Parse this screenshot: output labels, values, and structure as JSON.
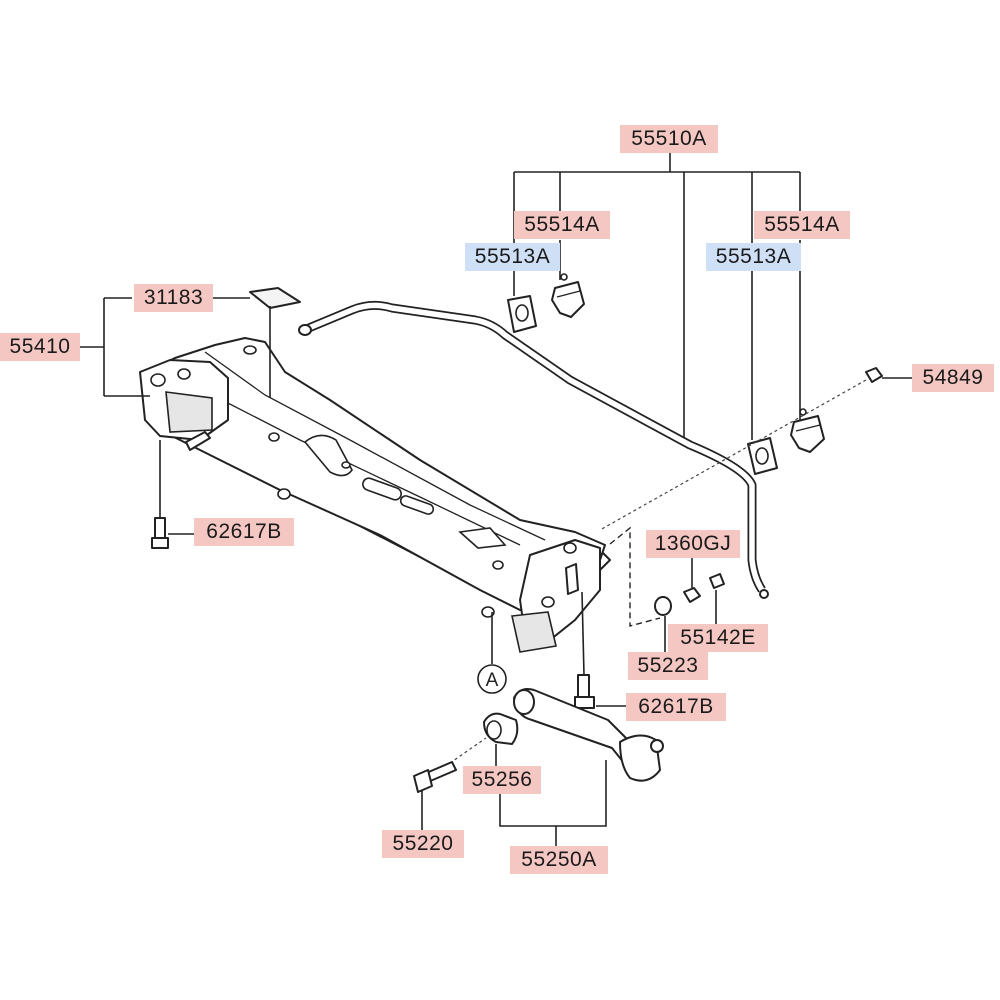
{
  "parts": {
    "stabilizer_bar_assy": "55510A",
    "bracket_left": "55514A",
    "bracket_right": "55514A",
    "bushing_left": "55513A",
    "bushing_right": "55513A",
    "gasket": "31183",
    "crossmember": "55410",
    "bolt_left": "62617B",
    "bolt_right": "62617B",
    "link_bolt": "54849",
    "nut_1360": "1360GJ",
    "nut_55142": "55142E",
    "washer": "55223",
    "bushing_arm": "55256",
    "arm_bolt": "55220",
    "lower_arm_assy": "55250A"
  },
  "callouts": {
    "view_a": "A"
  },
  "colors": {
    "part_label_bg": "#f4c7c3",
    "bushing_label_bg": "#cfe0f6",
    "line": "#222222"
  }
}
